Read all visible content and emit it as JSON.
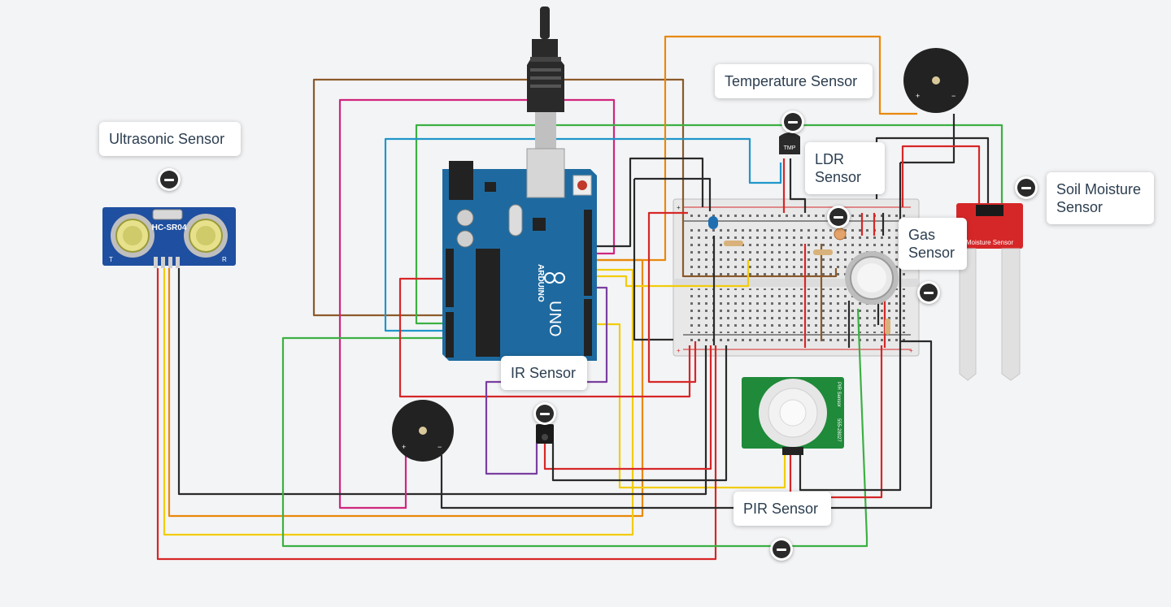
{
  "labels": {
    "ultrasonic": "Ultrasonic Sensor",
    "temperature": "Temperature Sensor",
    "ldr": "LDR\nSensor",
    "soil": "Soil Moisture\nSensor",
    "gas": "Gas\nSensor",
    "ir": "IR Sensor",
    "pir": "PIR Sensor"
  },
  "components": {
    "ultrasonic_model": "HC-SR04",
    "ultrasonic_left": "T",
    "ultrasonic_right": "R",
    "arduino_brand": "ARDUINO",
    "arduino_model": "UNO",
    "tmp_chip": "TMP",
    "soil_board": "Moisture Sensor",
    "pir_board": "PIR Sensor",
    "pir_part": "555-28027"
  },
  "colors": {
    "red": "#d62728",
    "black": "#2a2a2a",
    "orange": "#e8890c",
    "yellow": "#f2cc0c",
    "green": "#3cb043",
    "blue": "#1f97c9",
    "brown": "#8b5a2b",
    "magenta": "#d0267e",
    "purple": "#7a3fa0",
    "arduino": "#1e6aa0",
    "pcb_green": "#1f8a3a"
  }
}
